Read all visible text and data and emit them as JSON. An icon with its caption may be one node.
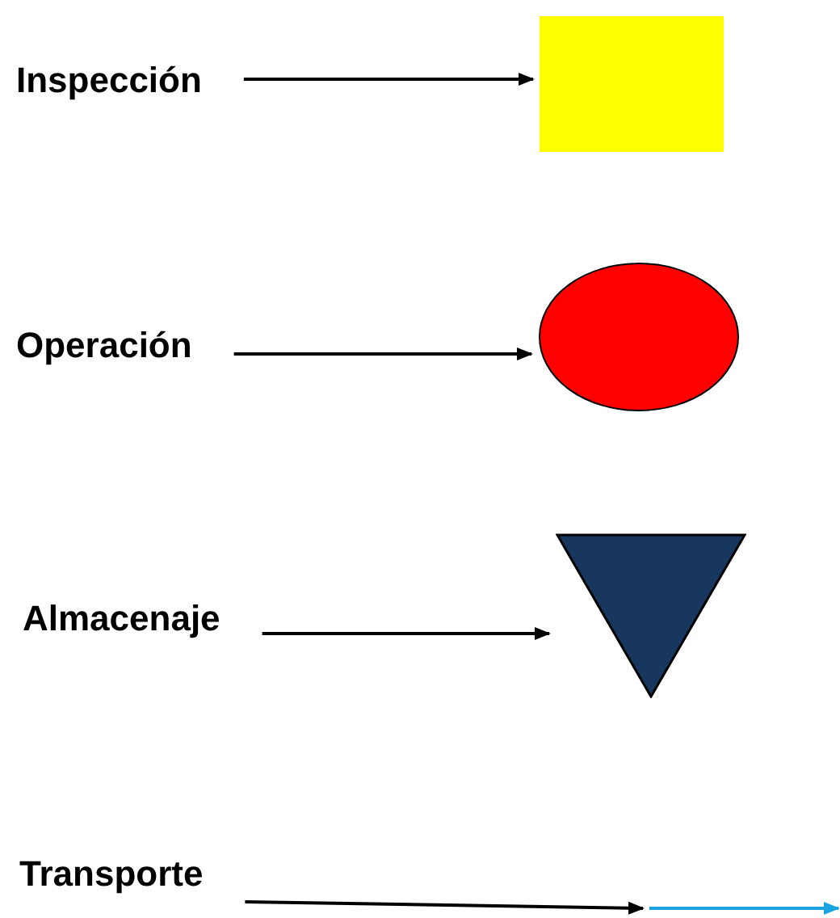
{
  "diagram": {
    "nodes": [
      {
        "text": [
          "Inspección"
        ]
      },
      {
        "text": [],
        "shape": "box"
      },
      {
        "text": [
          "Operación"
        ]
      },
      {
        "text": [],
        "shape": "circle"
      },
      {
        "text": [
          "Almacenaje"
        ]
      },
      {
        "text": [],
        "shape": "triangle"
      },
      {
        "text": [
          "Transporte"
        ]
      },
      {
        "text": [],
        "shape": "arrow"
      }
    ],
    "edges": [
      {
        "from": 0,
        "to": 1,
        "arrow": "to"
      },
      {
        "from": 2,
        "to": 3,
        "arrow": "to"
      },
      {
        "from": 4,
        "to": 5,
        "arrow": "to"
      },
      {
        "from": 6,
        "to": 7,
        "arrow": "to"
      }
    ]
  }
}
